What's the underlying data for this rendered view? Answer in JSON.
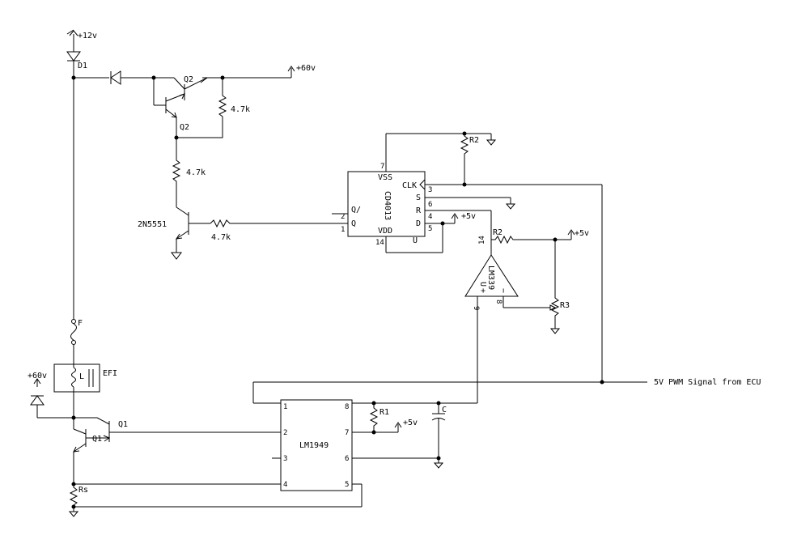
{
  "rails": {
    "v12": "+12v",
    "v60_top": "+60v",
    "v60_left": "+60v",
    "v5_d": "+5v",
    "v5_r2": "+5v",
    "v5_r1": "+5v"
  },
  "components": {
    "d1": "D1",
    "q2a": "Q2",
    "q2b": "Q2",
    "r47_top": "4.7k",
    "r47_mid": "4.7k",
    "r47_base": "4.7k",
    "transistor": "2N5551",
    "fuse": "F",
    "efi": "EFI",
    "coil": "L",
    "q1a": "Q1",
    "q1b": "Q1",
    "rs": "Rs",
    "r2_top": "R2",
    "r2_mid": "R2",
    "r3": "R3",
    "r1": "R1",
    "cap": "C"
  },
  "cd4013": {
    "name": "CD4013",
    "vss": "VSS",
    "vdd": "VDD",
    "clk": "CLK",
    "s": "S",
    "r": "R",
    "d": "D",
    "q": "Q",
    "qbar": "Q",
    "qbar_mark": "/",
    "u": "U",
    "pins": {
      "p7": "7",
      "p14": "14",
      "p3": "3",
      "p6": "6",
      "p4": "4",
      "p5": "5",
      "p2": "2",
      "p1": "1"
    }
  },
  "lm339": {
    "name": "LM339",
    "u": "U",
    "plus": "+",
    "minus": "−",
    "pins": {
      "p14": "14",
      "p9": "9",
      "p8": "8"
    }
  },
  "lm1949": {
    "name": "LM1949",
    "pins": {
      "p1": "1",
      "p2": "2",
      "p3": "3",
      "p4": "4",
      "p5": "5",
      "p6": "6",
      "p7": "7",
      "p8": "8"
    }
  },
  "signal": "5V PWM Signal from ECU"
}
